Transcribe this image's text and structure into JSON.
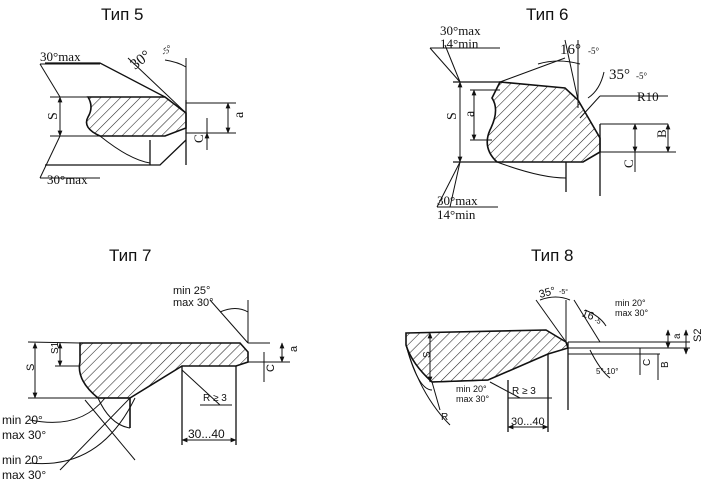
{
  "titles": {
    "t5": "Тип 5",
    "t6": "Тип 6",
    "t7": "Тип 7",
    "t8": "Тип 8"
  },
  "labels": {
    "t5_top_angle": "30°max",
    "t5_bevel": "30°",
    "t5_bevel_tol": "-5°",
    "t5_bottom_angle": "30°max",
    "t5_S": "S",
    "t5_a": "a",
    "t5_C": "C",
    "t6_top_angle_1": "30°max",
    "t6_top_angle_2": "14°min",
    "t6_angle16": "16°",
    "t6_angle16_tol": "-5°",
    "t6_angle35": "35°",
    "t6_angle35_tol": "-5°",
    "t6_R10": "R10",
    "t6_S": "S",
    "t6_a": "a",
    "t6_B": "B",
    "t6_C": "C",
    "t6_bottom_angle_1": "30°max",
    "t6_bottom_angle_2": "14°min",
    "t7_min25": "min 25°",
    "t7_max30": "max 30°",
    "t7_S": "S",
    "t7_S1": "S1",
    "t7_a": "a",
    "t7_C": "C",
    "t7_R": "R ≥ 3",
    "t7_min20a": "min 20°",
    "t7_max30a": "max 30°",
    "t7_min20b": "min 20°",
    "t7_max30b": "max 30°",
    "t7_len": "30...40",
    "t8_angle35": "35°",
    "t8_angle35_tol": "-5°",
    "t8_angle16": "16",
    "t8_angle16_tol": "-5",
    "t8_min20": "min 20°",
    "t8_max30": "max 30°",
    "t8_a": "a",
    "t8_S2": "S2",
    "t8_C": "C",
    "t8_B": "B",
    "t8_range": "5°-10°",
    "t8_S": "S",
    "t8_min20b": "min 20°",
    "t8_max30b": "max 30°",
    "t8_R": "R ≥ 3",
    "t8_Rc": "R",
    "t8_len": "30...40"
  }
}
